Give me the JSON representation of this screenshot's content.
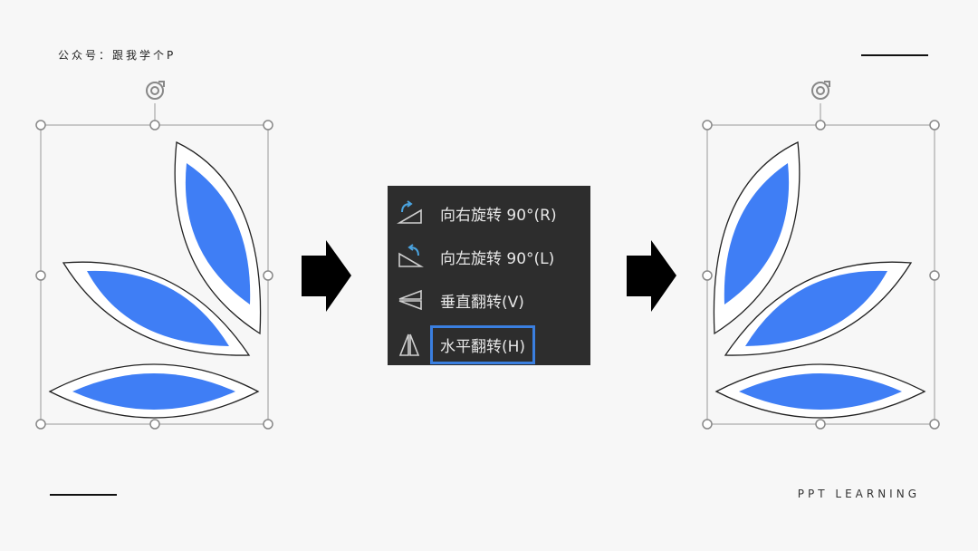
{
  "header": {
    "brand_text": "公众号：跟我学个P"
  },
  "footer": {
    "tagline": "PPT LEARNING"
  },
  "colors": {
    "petal_fill": "#3f7ef5",
    "petal_outline": "#222222",
    "menu_bg": "#2d2d2d",
    "menu_text": "#e6e6e6",
    "selection_border": "#3a7fe0",
    "handle_stroke": "#888888"
  },
  "menu": {
    "items": [
      {
        "label": "向右旋转 90°(R)",
        "icon": "rotate-right-icon",
        "selected": false
      },
      {
        "label": "向左旋转 90°(L)",
        "icon": "rotate-left-icon",
        "selected": false
      },
      {
        "label": "垂直翻转(V)",
        "icon": "flip-vertical-icon",
        "selected": false
      },
      {
        "label": "水平翻转(H)",
        "icon": "flip-horizontal-icon",
        "selected": true
      }
    ]
  },
  "shapes": {
    "before": {
      "state": "original",
      "icon": "rotate-handle-icon"
    },
    "after": {
      "state": "flipped-horizontal",
      "icon": "rotate-handle-icon"
    }
  }
}
